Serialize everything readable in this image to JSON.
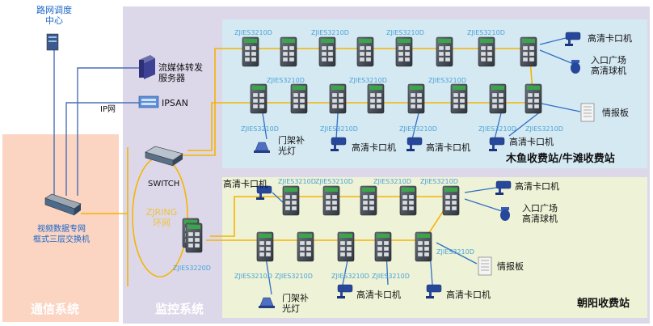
{
  "colors": {
    "comm_zone": "#fbd4c2",
    "monitor_zone": "#dcd8ea",
    "station_a": "#d5e9f3",
    "station_b": "#eef2d6",
    "fiber": "#f5b400",
    "ip_line": "#4a6fb5",
    "blue_link": "#2f6fc4",
    "label_blue": "#4aa3d6"
  },
  "zones": {
    "comm": "通信系统",
    "monitor": "监控系统"
  },
  "top": {
    "center": "路网调度\n中心",
    "stream": "流媒体转发\n服务器",
    "ipnet": "IP网",
    "ipsan": "IPSAN",
    "core": "视频数据专网\n框式三层交换机"
  },
  "ring": {
    "switch": "SWITCH",
    "ring_name": "ZJRING\n环网",
    "root": "ZJIES3220D"
  },
  "model": "ZJIES3210D",
  "station_a": {
    "name": "木鱼收费站/牛滩收费站",
    "devices": {
      "cam1": "高清卡口机",
      "dome": "入口广场\n高清球机",
      "board": "情报板",
      "gate": "门架补\n光灯",
      "cam2": "高清卡口机",
      "cam3": "高清卡口机",
      "cam4": "高清卡口机"
    }
  },
  "station_b": {
    "name": "朝阳收费站",
    "devices": {
      "cam_l": "高清卡口机",
      "cam1": "高清卡口机",
      "dome": "入口广场\n高清球机",
      "board": "情报板",
      "gate": "门架补\n光灯",
      "cam2": "高清卡口机",
      "cam3": "高清卡口机"
    }
  }
}
